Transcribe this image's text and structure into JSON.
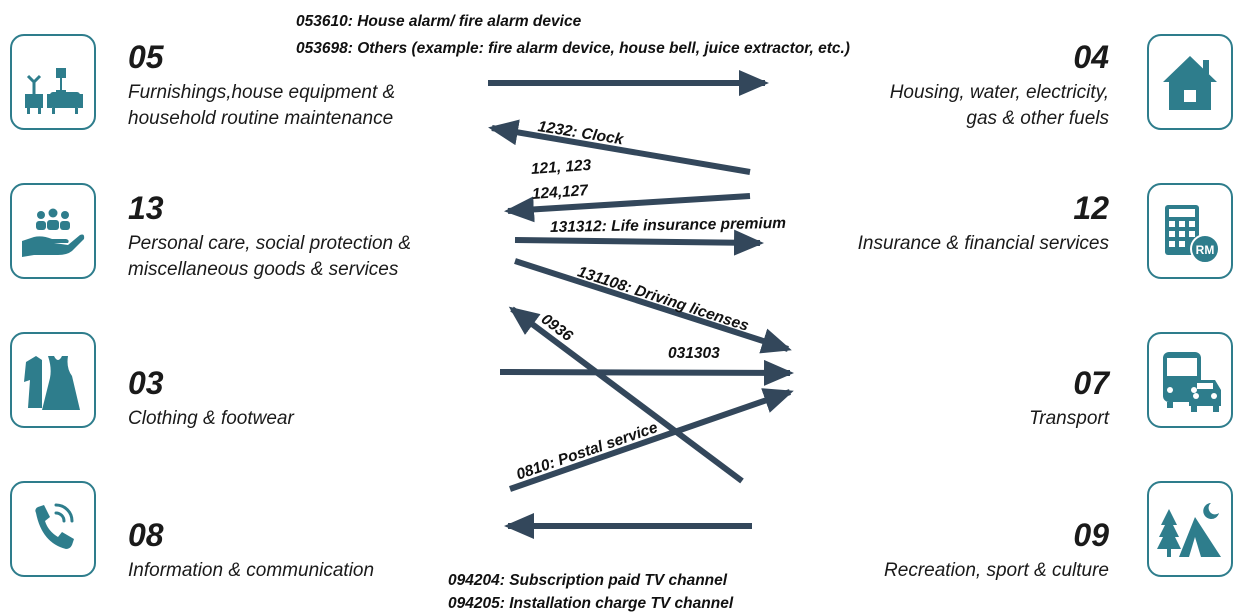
{
  "colors": {
    "accent": "#2e7d8c",
    "arrow": "#33475b"
  },
  "categories": [
    {
      "code": "05",
      "desc": "Furnishings,house equipment &\nhousehold routine maintenance",
      "icon": "furniture-icon"
    },
    {
      "code": "04",
      "desc": "Housing, water, electricity,\ngas & other fuels",
      "icon": "house-icon"
    },
    {
      "code": "13",
      "desc": "Personal care, social protection &\nmiscellaneous goods & services",
      "icon": "care-hand-icon"
    },
    {
      "code": "12",
      "desc": "Insurance & financial services",
      "icon": "calculator-rm-icon"
    },
    {
      "code": "03",
      "desc": "Clothing & footwear",
      "icon": "clothing-icon"
    },
    {
      "code": "07",
      "desc": "Transport",
      "icon": "bus-car-icon"
    },
    {
      "code": "08",
      "desc": "Information & communication",
      "icon": "phone-icon"
    },
    {
      "code": "09",
      "desc": "Recreation, sport & culture",
      "icon": "tent-moon-icon"
    }
  ],
  "labels": {
    "l1": "053610: House alarm/ fire alarm device",
    "l2": "053698: Others (example: fire alarm device, house bell, juice extractor, etc.)",
    "l3": "1232: Clock",
    "l4": "121, 123",
    "l5": "124,127",
    "l6": "131312: Life insurance premium",
    "l7": "131108: Driving licenses",
    "l8": "0936",
    "l9": "031303",
    "l10": "0810: Postal service",
    "l11": "094204: Subscription paid TV channel",
    "l12": "094205: Installation charge TV channel"
  }
}
